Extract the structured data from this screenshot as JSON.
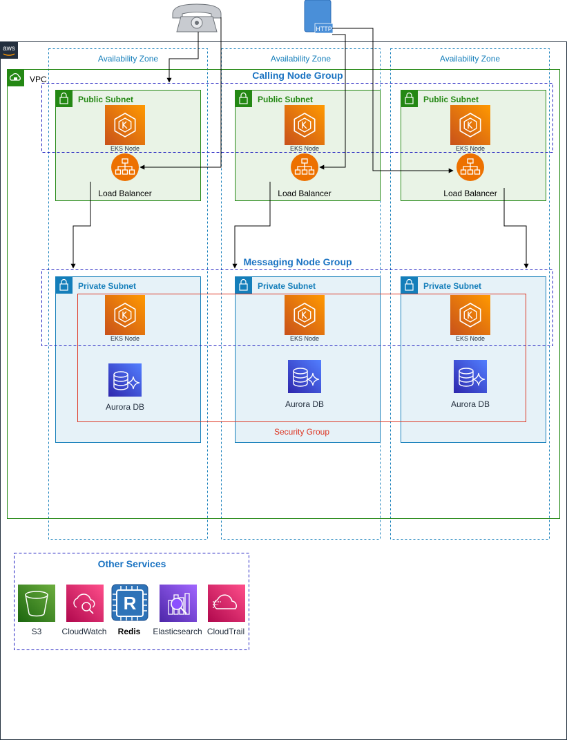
{
  "availability_zones": [
    "Availability Zone",
    "Availability Zone",
    "Availability Zone"
  ],
  "vpc_label": "VPC",
  "aws_logo": "aws",
  "calling_node_group": "Calling Node Group",
  "messaging_node_group": "Messaging Node Group",
  "public_subnets": [
    "Public Subnet",
    "Public Subnet",
    "Public Subnet"
  ],
  "private_subnets": [
    "Private Subnet",
    "Private Subnet",
    "Private Subnet"
  ],
  "eks_node_label": "EKS Node",
  "load_balancer_label": "Load Balancer",
  "aurora_label": "Aurora DB",
  "security_group_label": "Security Group",
  "http_label": "HTTP",
  "other_services": {
    "title": "Other Services",
    "items": [
      {
        "label": "S3",
        "icon": "s3-icon",
        "color": "#3F8624"
      },
      {
        "label": "CloudWatch",
        "icon": "cloudwatch-icon",
        "color": "#E7157B"
      },
      {
        "label": "Redis",
        "icon": "redis-icon",
        "color": "#2E73B8"
      },
      {
        "label": "Elasticsearch",
        "icon": "elasticsearch-icon",
        "color": "#8C4FFF"
      },
      {
        "label": "CloudTrail",
        "icon": "cloudtrail-icon",
        "color": "#E7157B"
      }
    ]
  },
  "colors": {
    "az_border": "#147EBA",
    "vpc_border": "#248814",
    "public_fill": "#E9F3E6",
    "private_fill": "#E6F2F8",
    "group_border": "#1A1ABF",
    "security_group": "#DD3522",
    "eks_orange": "#ED7100",
    "lb_orange": "#ED7100",
    "aurora_blue": "#4D27AA"
  }
}
